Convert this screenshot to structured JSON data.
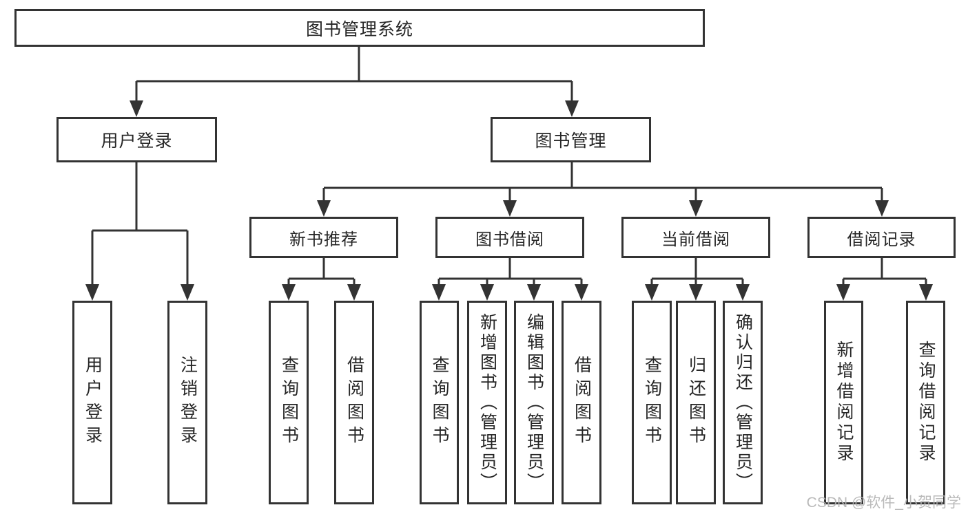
{
  "diagram": {
    "root": {
      "label": "图书管理系统"
    },
    "level2": [
      {
        "label": "用户登录"
      },
      {
        "label": "图书管理"
      }
    ],
    "level3": [
      {
        "label": "新书推荐"
      },
      {
        "label": "图书借阅"
      },
      {
        "label": "当前借阅"
      },
      {
        "label": "借阅记录"
      }
    ],
    "leaves": [
      {
        "label": "用户登录"
      },
      {
        "label": "注销登录"
      },
      {
        "label": "查询图书"
      },
      {
        "label": "借阅图书"
      },
      {
        "label": "查询图书"
      },
      {
        "label": "新增图书（管理员）"
      },
      {
        "label": "编辑图书（管理员）"
      },
      {
        "label": "借阅图书"
      },
      {
        "label": "查询图书"
      },
      {
        "label": "归还图书"
      },
      {
        "label": "确认归还（管理员）"
      },
      {
        "label": "新增借阅记录"
      },
      {
        "label": "查询借阅记录"
      }
    ],
    "colors": {
      "line": "#333333",
      "text": "#262626",
      "background": "#ffffff",
      "watermark": "#b5b5b5"
    }
  },
  "watermark": {
    "text": "CSDN @软件_小贺同学"
  }
}
